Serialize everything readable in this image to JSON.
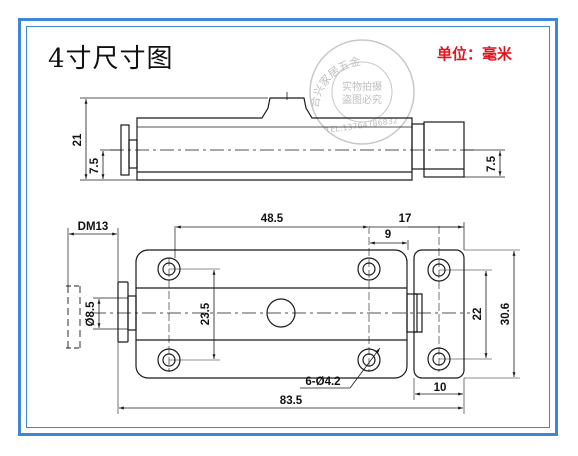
{
  "header": {
    "title": "4寸尺寸图",
    "unit": "单位：毫米"
  },
  "watermark": {
    "arc_text": "合兴家居五金",
    "line1": "实物拍摄",
    "line2": "盗图必究",
    "phone": "TEL:13764786832"
  },
  "side_view": {
    "height": "21",
    "left_offset": "7.5",
    "right_offset": "7.5"
  },
  "front_view": {
    "bolt_dia": "DM13",
    "hole_spacing_x": "48.5",
    "keeper_width": "17",
    "keeper_hole_offset": "9",
    "pin_dia": "Ø8.5",
    "hole_spacing_y": "23.5",
    "keeper_hole_spacing": "22",
    "keeper_height": "30.6",
    "holes": "6-Ø4.2",
    "keeper_base": "10",
    "total_length": "83.5"
  },
  "colors": {
    "frame": "#3f86d9",
    "unit": "#e0141e",
    "line": "#1a1a1a"
  }
}
